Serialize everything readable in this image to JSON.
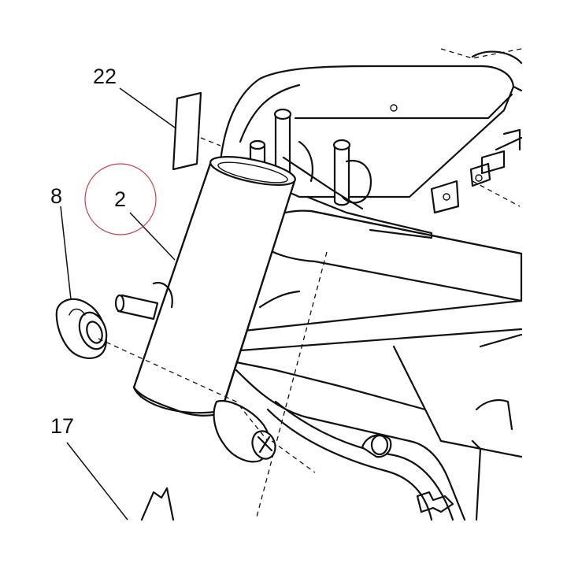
{
  "diagram": {
    "callouts": [
      {
        "id": "c22",
        "label": "22"
      },
      {
        "id": "c2",
        "label": "2"
      },
      {
        "id": "c8",
        "label": "8"
      },
      {
        "id": "c17",
        "label": "17"
      }
    ],
    "highlight_color": "#c8404a",
    "line_color": "#111111"
  }
}
